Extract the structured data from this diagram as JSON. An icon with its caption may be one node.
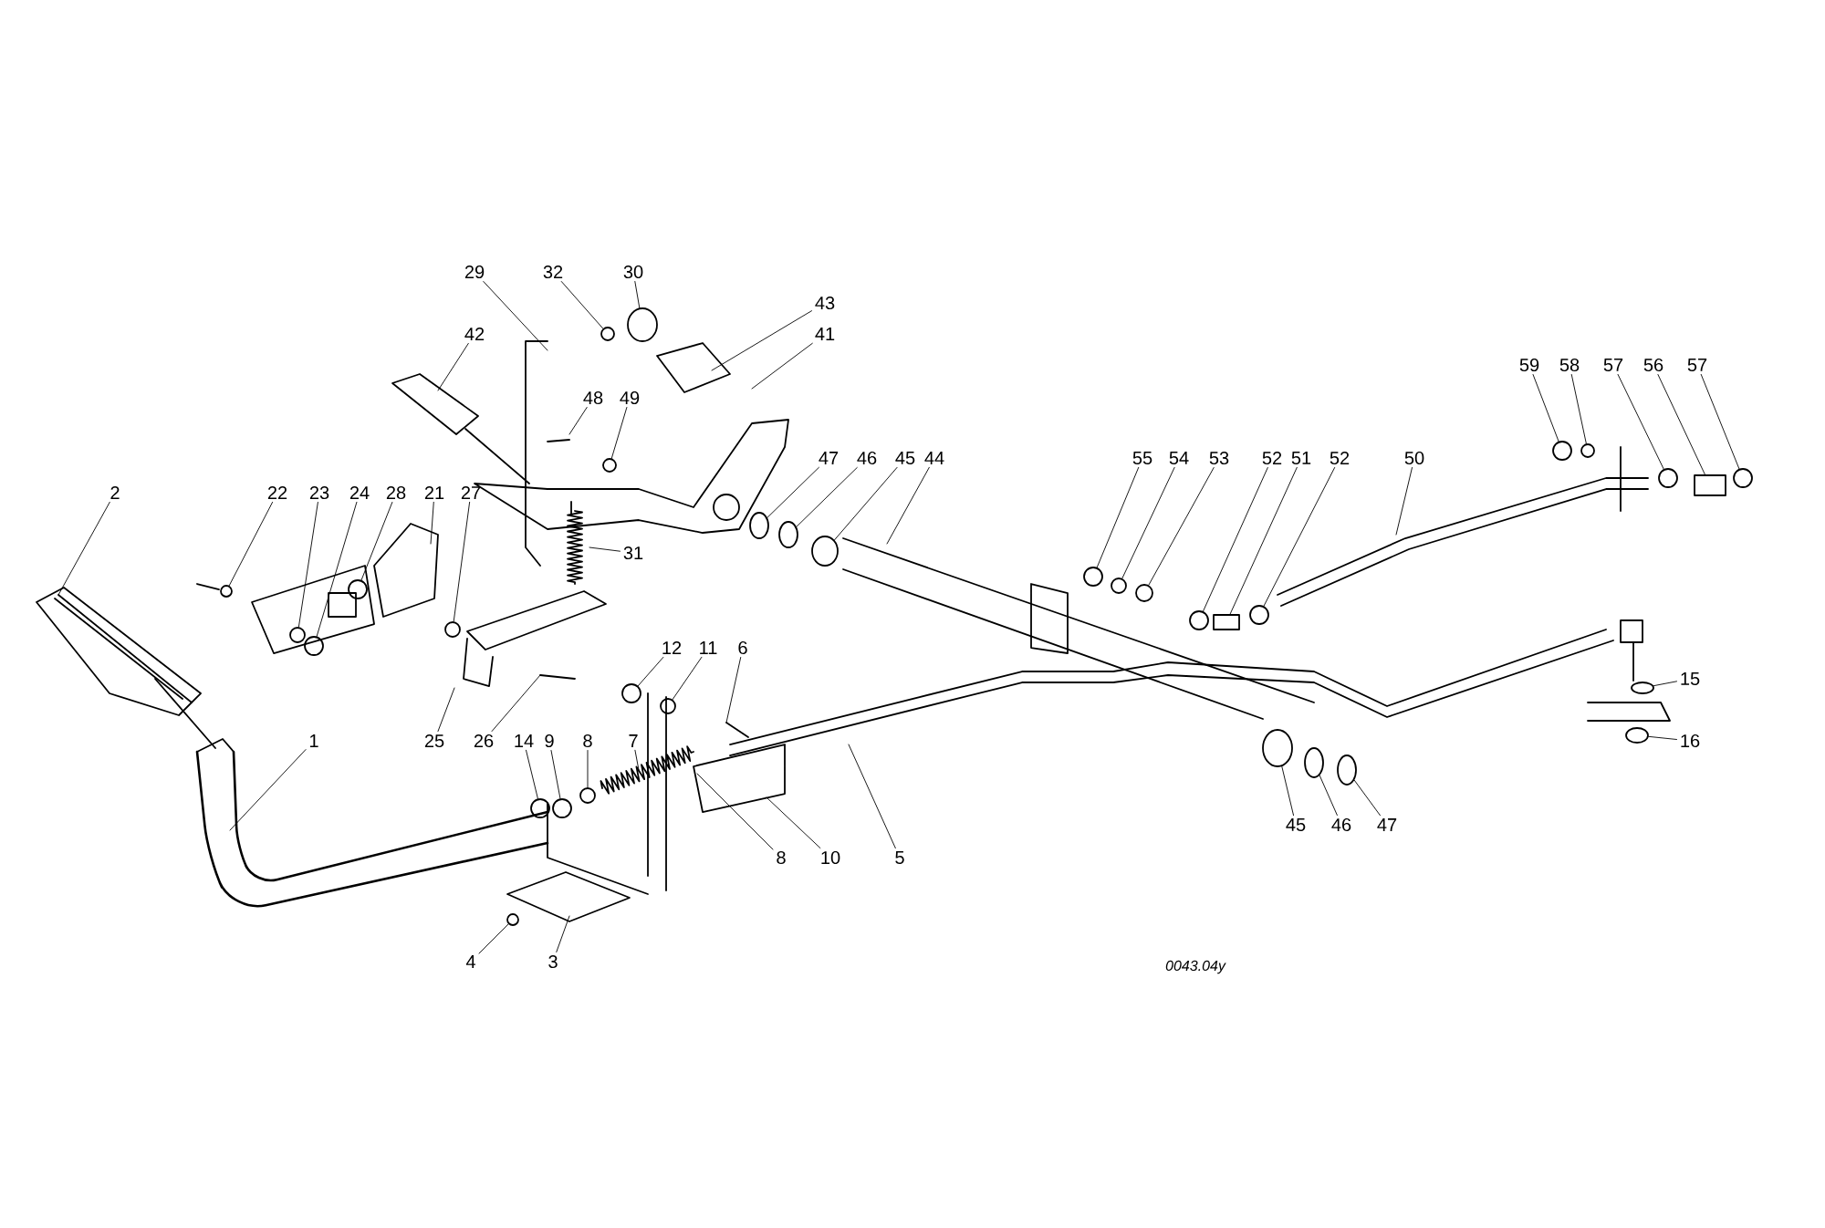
{
  "diagram": {
    "nodes": [
      {
        "text": [
          "29"
        ]
      },
      {
        "text": [
          "32"
        ]
      },
      {
        "text": [
          "30"
        ]
      },
      {
        "text": [
          "43"
        ]
      },
      {
        "text": [
          "42"
        ]
      },
      {
        "text": [
          "41"
        ]
      },
      {
        "text": [
          "48"
        ]
      },
      {
        "text": [
          "49"
        ]
      },
      {
        "text": [
          "59"
        ]
      },
      {
        "text": [
          "58"
        ]
      },
      {
        "text": [
          "57"
        ]
      },
      {
        "text": [
          "56"
        ]
      },
      {
        "text": [
          "57"
        ]
      },
      {
        "text": [
          "47"
        ]
      },
      {
        "text": [
          "46"
        ]
      },
      {
        "text": [
          "45"
        ]
      },
      {
        "text": [
          "44"
        ]
      },
      {
        "text": [
          "55"
        ]
      },
      {
        "text": [
          "54"
        ]
      },
      {
        "text": [
          "53"
        ]
      },
      {
        "text": [
          "52"
        ]
      },
      {
        "text": [
          "51"
        ]
      },
      {
        "text": [
          "52"
        ]
      },
      {
        "text": [
          "50"
        ]
      },
      {
        "text": [
          "2"
        ]
      },
      {
        "text": [
          "22"
        ]
      },
      {
        "text": [
          "23"
        ]
      },
      {
        "text": [
          "24"
        ]
      },
      {
        "text": [
          "28"
        ]
      },
      {
        "text": [
          "21"
        ]
      },
      {
        "text": [
          "27"
        ]
      },
      {
        "text": [
          "31"
        ]
      },
      {
        "text": [
          "12"
        ]
      },
      {
        "text": [
          "11"
        ]
      },
      {
        "text": [
          "6"
        ]
      },
      {
        "text": [
          "15"
        ]
      },
      {
        "text": [
          "1"
        ]
      },
      {
        "text": [
          "25"
        ]
      },
      {
        "text": [
          "26"
        ]
      },
      {
        "text": [
          "14"
        ]
      },
      {
        "text": [
          "9"
        ]
      },
      {
        "text": [
          "8"
        ]
      },
      {
        "text": [
          "7"
        ]
      },
      {
        "text": [
          "16"
        ]
      },
      {
        "text": [
          "45"
        ]
      },
      {
        "text": [
          "46"
        ]
      },
      {
        "text": [
          "47"
        ]
      },
      {
        "text": [
          "8"
        ]
      },
      {
        "text": [
          "10"
        ]
      },
      {
        "text": [
          "5"
        ]
      },
      {
        "text": [
          "4"
        ]
      },
      {
        "text": [
          "3"
        ]
      },
      {
        "text": [],
        "shape": "circle"
      },
      {
        "text": [],
        "shape": "circle"
      },
      {
        "text": [],
        "shape": "circle"
      },
      {
        "text": [],
        "shape": "circle"
      },
      {
        "text": [],
        "shape": "circle"
      },
      {
        "text": [],
        "shape": "circle"
      },
      {
        "text": [],
        "shape": "circle"
      },
      {
        "text": [],
        "shape": "circle"
      },
      {
        "text": [],
        "shape": "circle"
      },
      {
        "text": [],
        "shape": "circle"
      },
      {
        "text": [],
        "shape": "circle"
      },
      {
        "text": [],
        "shape": "circle"
      },
      {
        "text": [],
        "shape": "circle"
      },
      {
        "text": [],
        "shape": "circle"
      },
      {
        "text": [],
        "shape": "circle"
      },
      {
        "text": [],
        "shape": "circle"
      },
      {
        "text": [],
        "shape": "circle"
      },
      {
        "text": [],
        "shape": "circle"
      },
      {
        "text": [],
        "shape": "circle"
      },
      {
        "text": [],
        "shape": "circle"
      },
      {
        "text": [],
        "shape": "circle"
      },
      {
        "text": [],
        "shape": "box"
      },
      {
        "text": [],
        "shape": "circle"
      },
      {
        "text": [],
        "shape": "circle"
      },
      {
        "text": [],
        "shape": "circle"
      },
      {
        "text": [],
        "shape": "circle"
      },
      {
        "text": [],
        "shape": "circle"
      },
      {
        "text": [],
        "shape": "circle"
      },
      {
        "text": [],
        "shape": "circle"
      },
      {
        "text": [],
        "shape": "circle"
      },
      {
        "text": [],
        "shape": "circle"
      },
      {
        "text": [],
        "shape": "box"
      },
      {
        "text": [],
        "shape": "circle"
      }
    ],
    "edges": [
      {
        "from": 0,
        "to": null,
        "arrow": "none"
      },
      {
        "from": 1,
        "to": 61,
        "arrow": "none"
      },
      {
        "from": 2,
        "to": 64,
        "arrow": "none"
      },
      {
        "from": 3,
        "to": null,
        "arrow": "none"
      },
      {
        "from": 4,
        "to": null,
        "arrow": "none"
      },
      {
        "from": 5,
        "to": null,
        "arrow": "none"
      },
      {
        "from": 6,
        "to": null,
        "arrow": "none"
      },
      {
        "from": 7,
        "to": 62,
        "arrow": "none"
      },
      {
        "from": 8,
        "to": 78,
        "arrow": "none"
      },
      {
        "from": 9,
        "to": 79,
        "arrow": "none"
      },
      {
        "from": 10,
        "to": 82,
        "arrow": "none"
      },
      {
        "from": 11,
        "to": 83,
        "arrow": "none"
      },
      {
        "from": 12,
        "to": 84,
        "arrow": "none"
      },
      {
        "from": 13,
        "to": 66,
        "arrow": "none"
      },
      {
        "from": 14,
        "to": 67,
        "arrow": "none"
      },
      {
        "from": 15,
        "to": 68,
        "arrow": "none"
      },
      {
        "from": 16,
        "to": null,
        "arrow": "none"
      },
      {
        "from": 17,
        "to": 69,
        "arrow": "none"
      },
      {
        "from": 18,
        "to": 70,
        "arrow": "none"
      },
      {
        "from": 19,
        "to": 71,
        "arrow": "none"
      },
      {
        "from": 20,
        "to": 72,
        "arrow": "none"
      },
      {
        "from": 21,
        "to": 73,
        "arrow": "none"
      },
      {
        "from": 22,
        "to": 74,
        "arrow": "none"
      },
      {
        "from": 23,
        "to": null,
        "arrow": "none"
      },
      {
        "from": 24,
        "to": null,
        "arrow": "none"
      },
      {
        "from": 25,
        "to": 52,
        "arrow": "none"
      },
      {
        "from": 26,
        "to": 53,
        "arrow": "none"
      },
      {
        "from": 27,
        "to": 54,
        "arrow": "none"
      },
      {
        "from": 28,
        "to": 55,
        "arrow": "none"
      },
      {
        "from": 29,
        "to": null,
        "arrow": "none"
      },
      {
        "from": 30,
        "to": 56,
        "arrow": "none"
      },
      {
        "from": 31,
        "to": null,
        "arrow": "none"
      },
      {
        "from": 32,
        "to": 63,
        "arrow": "none"
      },
      {
        "from": 33,
        "to": 65,
        "arrow": "none"
      },
      {
        "from": 34,
        "to": null,
        "arrow": "none"
      },
      {
        "from": 35,
        "to": 81,
        "arrow": "none"
      },
      {
        "from": 36,
        "to": null,
        "arrow": "none"
      },
      {
        "from": 37,
        "to": null,
        "arrow": "none"
      },
      {
        "from": 38,
        "to": null,
        "arrow": "none"
      },
      {
        "from": 39,
        "to": 58,
        "arrow": "none"
      },
      {
        "from": 40,
        "to": 59,
        "arrow": "none"
      },
      {
        "from": 41,
        "to": 60,
        "arrow": "none"
      },
      {
        "from": 42,
        "to": null,
        "arrow": "none"
      },
      {
        "from": 43,
        "to": 80,
        "arrow": "none"
      },
      {
        "from": 44,
        "to": 75,
        "arrow": "none"
      },
      {
        "from": 45,
        "to": 76,
        "arrow": "none"
      },
      {
        "from": 46,
        "to": 77,
        "arrow": "none"
      },
      {
        "from": 47,
        "to": null,
        "arrow": "none"
      },
      {
        "from": 48,
        "to": null,
        "arrow": "none"
      },
      {
        "from": 49,
        "to": null,
        "arrow": "none"
      },
      {
        "from": 50,
        "to": 57,
        "arrow": "none"
      },
      {
        "from": 51,
        "to": null,
        "arrow": "none"
      }
    ],
    "labels": [
      "0043.04y"
    ]
  }
}
